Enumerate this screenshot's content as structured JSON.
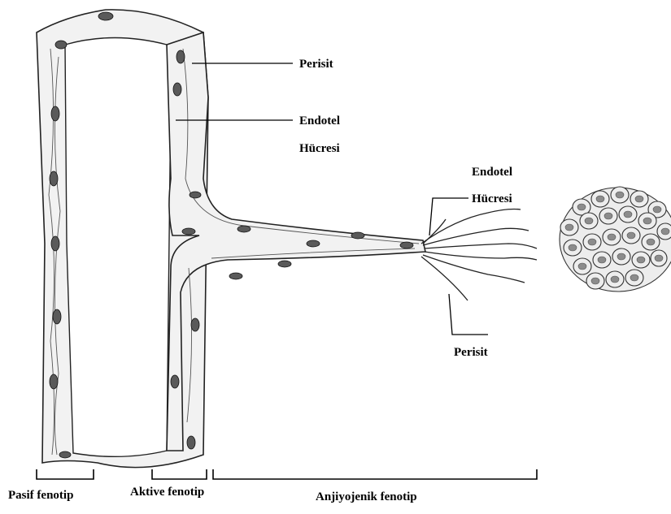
{
  "labels": {
    "perisit_top": "Perisit",
    "endotel_left_line1": "Endotel",
    "endotel_left_line2": "Hücresi",
    "endotel_right_line1": "Endotel",
    "endotel_right_line2": "Hücresi",
    "perisit_bottom": "Perisit"
  },
  "phases": {
    "passive": "Pasif fenotip",
    "active": "Aktive fenotip",
    "angiogenic": "Anjiyojenik fenotip"
  }
}
